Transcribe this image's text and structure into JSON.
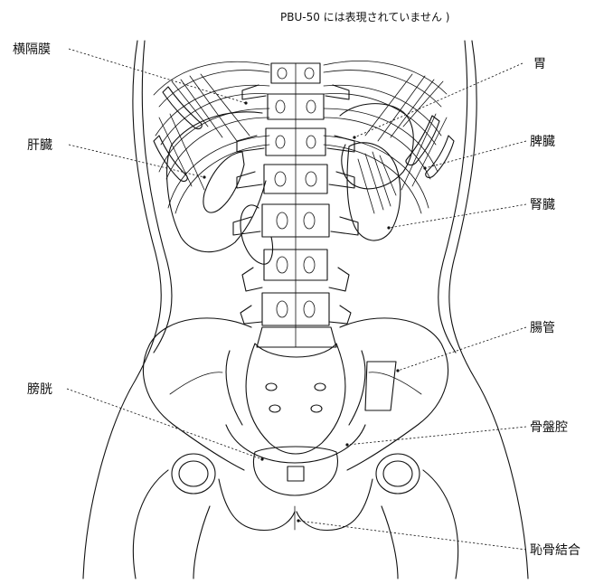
{
  "note": "PBU-50 には表現されていません )",
  "labels": {
    "diaphragm": "横隔膜",
    "liver": "肝臓",
    "bladder": "膀胱",
    "stomach": "胃",
    "spleen": "脾臓",
    "kidney": "腎臓",
    "intestine": "腸管",
    "pelvic_cavity": "骨盤腔",
    "pubic_symphysis": "恥骨結合"
  },
  "colors": {
    "ink": "#111111",
    "background": "#ffffff"
  }
}
